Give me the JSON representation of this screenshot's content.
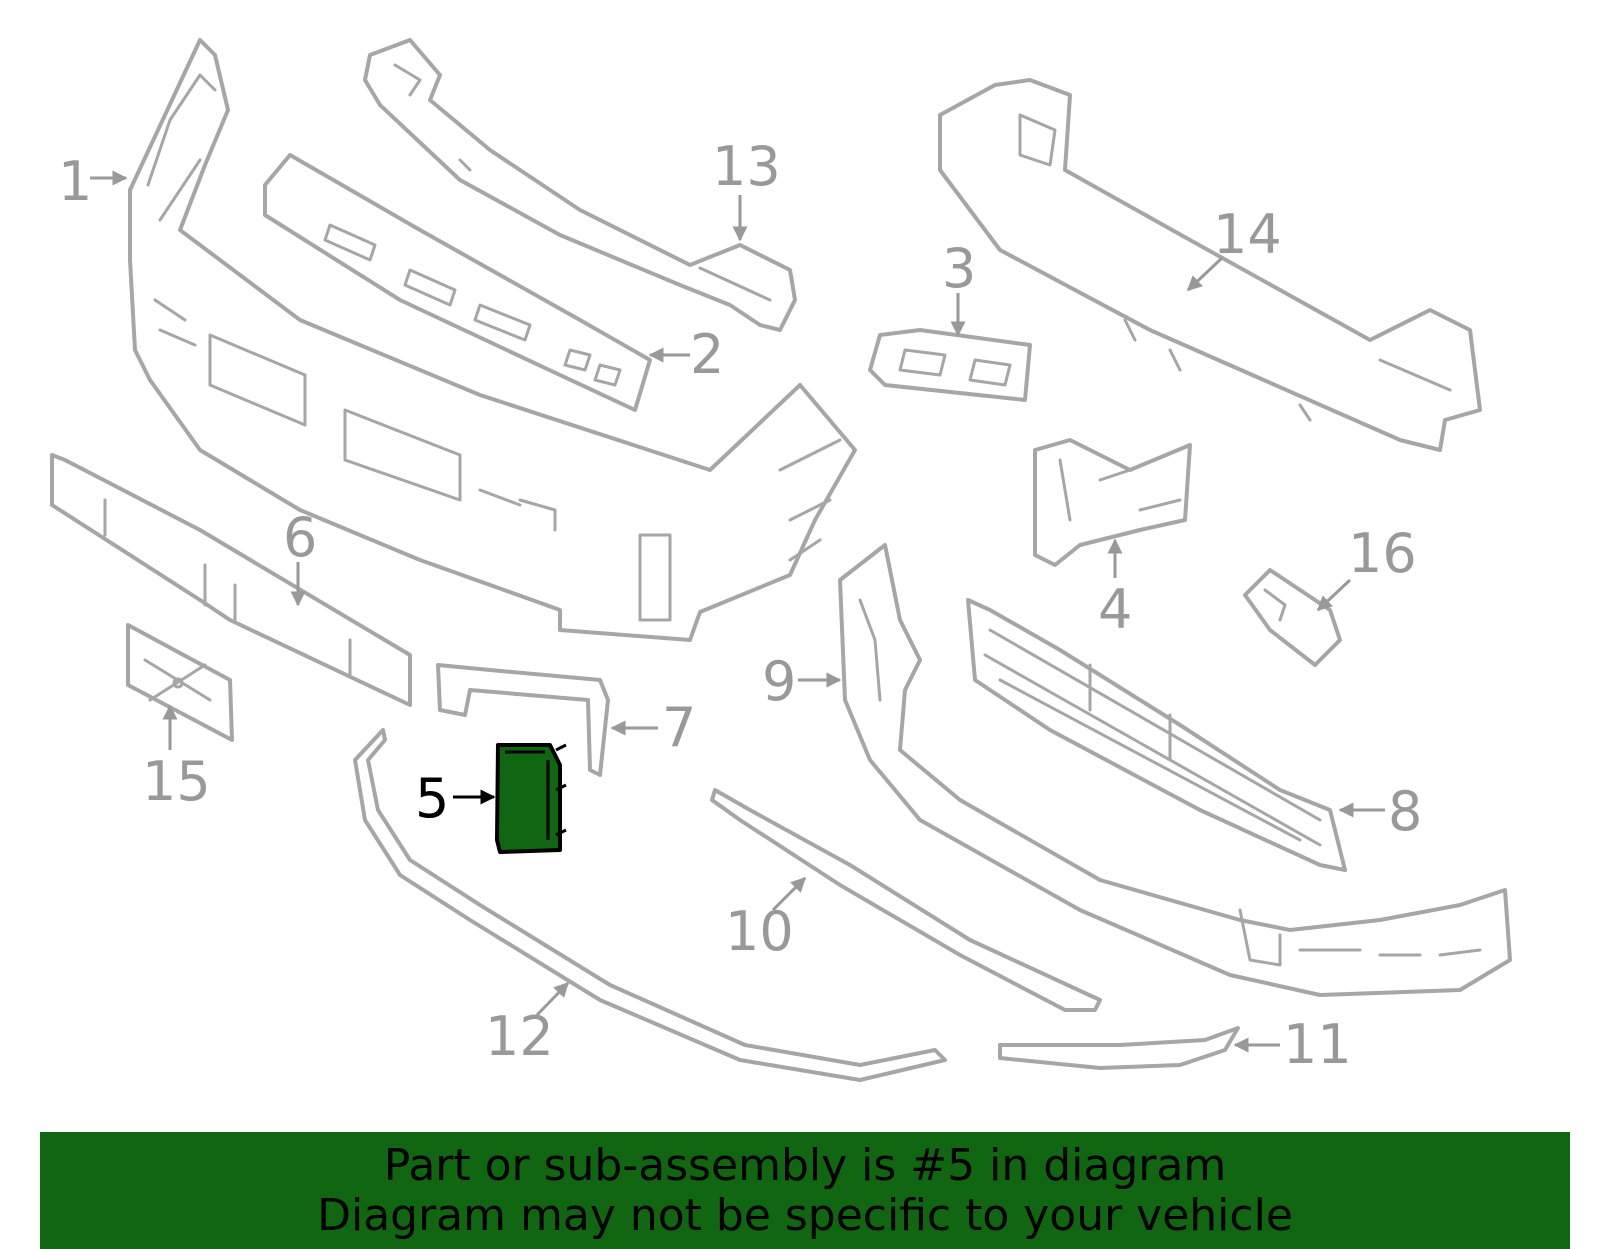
{
  "callouts": [
    {
      "id": "1",
      "label": "1"
    },
    {
      "id": "2",
      "label": "2"
    },
    {
      "id": "3",
      "label": "3"
    },
    {
      "id": "4",
      "label": "4"
    },
    {
      "id": "5",
      "label": "5",
      "highlighted": true
    },
    {
      "id": "6",
      "label": "6"
    },
    {
      "id": "7",
      "label": "7"
    },
    {
      "id": "8",
      "label": "8"
    },
    {
      "id": "9",
      "label": "9"
    },
    {
      "id": "10",
      "label": "10"
    },
    {
      "id": "11",
      "label": "11"
    },
    {
      "id": "12",
      "label": "12"
    },
    {
      "id": "13",
      "label": "13"
    },
    {
      "id": "14",
      "label": "14"
    },
    {
      "id": "15",
      "label": "15"
    },
    {
      "id": "16",
      "label": "16"
    }
  ],
  "banner": {
    "line1": "Part or sub-assembly is #5 in diagram",
    "line2": "Diagram may not be specific to your vehicle"
  },
  "colors": {
    "part_outline": "#a6a6a6",
    "highlight_fill": "#116611",
    "banner_bg": "#116611",
    "text": "#000000"
  }
}
